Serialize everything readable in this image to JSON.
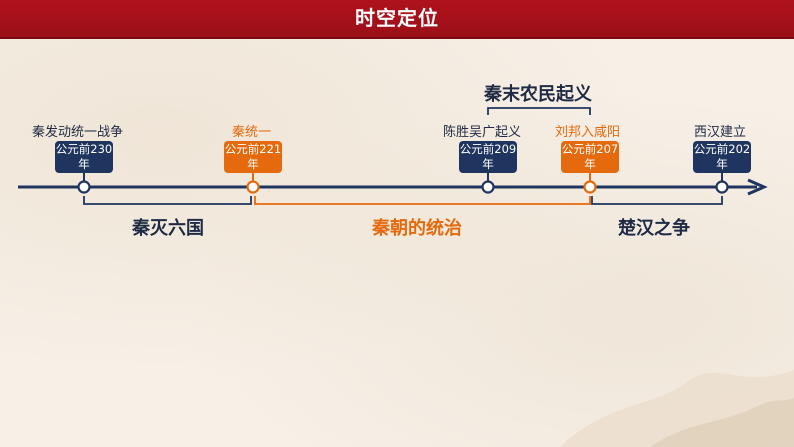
{
  "header": {
    "title": "时空定位"
  },
  "timeline": {
    "events": [
      {
        "label": "秦发动统一战争",
        "date_line1": "公元前230",
        "date_line2": "年",
        "color": "navy"
      },
      {
        "label": "秦统一",
        "date_line1": "公元前221",
        "date_line2": "年",
        "color": "orange"
      },
      {
        "label": "陈胜吴广起义",
        "date_line1": "公元前209",
        "date_line2": "年",
        "color": "navy"
      },
      {
        "label": "刘邦入咸阳",
        "date_line1": "公元前207",
        "date_line2": "年",
        "color": "orange"
      },
      {
        "label": "西汉建立",
        "date_line1": "公元前202",
        "date_line2": "年",
        "color": "navy"
      }
    ],
    "periods": {
      "qin_conquest": "秦灭六国",
      "qin_rule": "秦朝的统治",
      "chu_han": "楚汉之争",
      "peasant_uprising": "秦末农民起义"
    }
  },
  "colors": {
    "title_bar": "#a5121b",
    "navy": "#1f2a44",
    "orange": "#e46a0d",
    "background": "#f6efe6"
  }
}
